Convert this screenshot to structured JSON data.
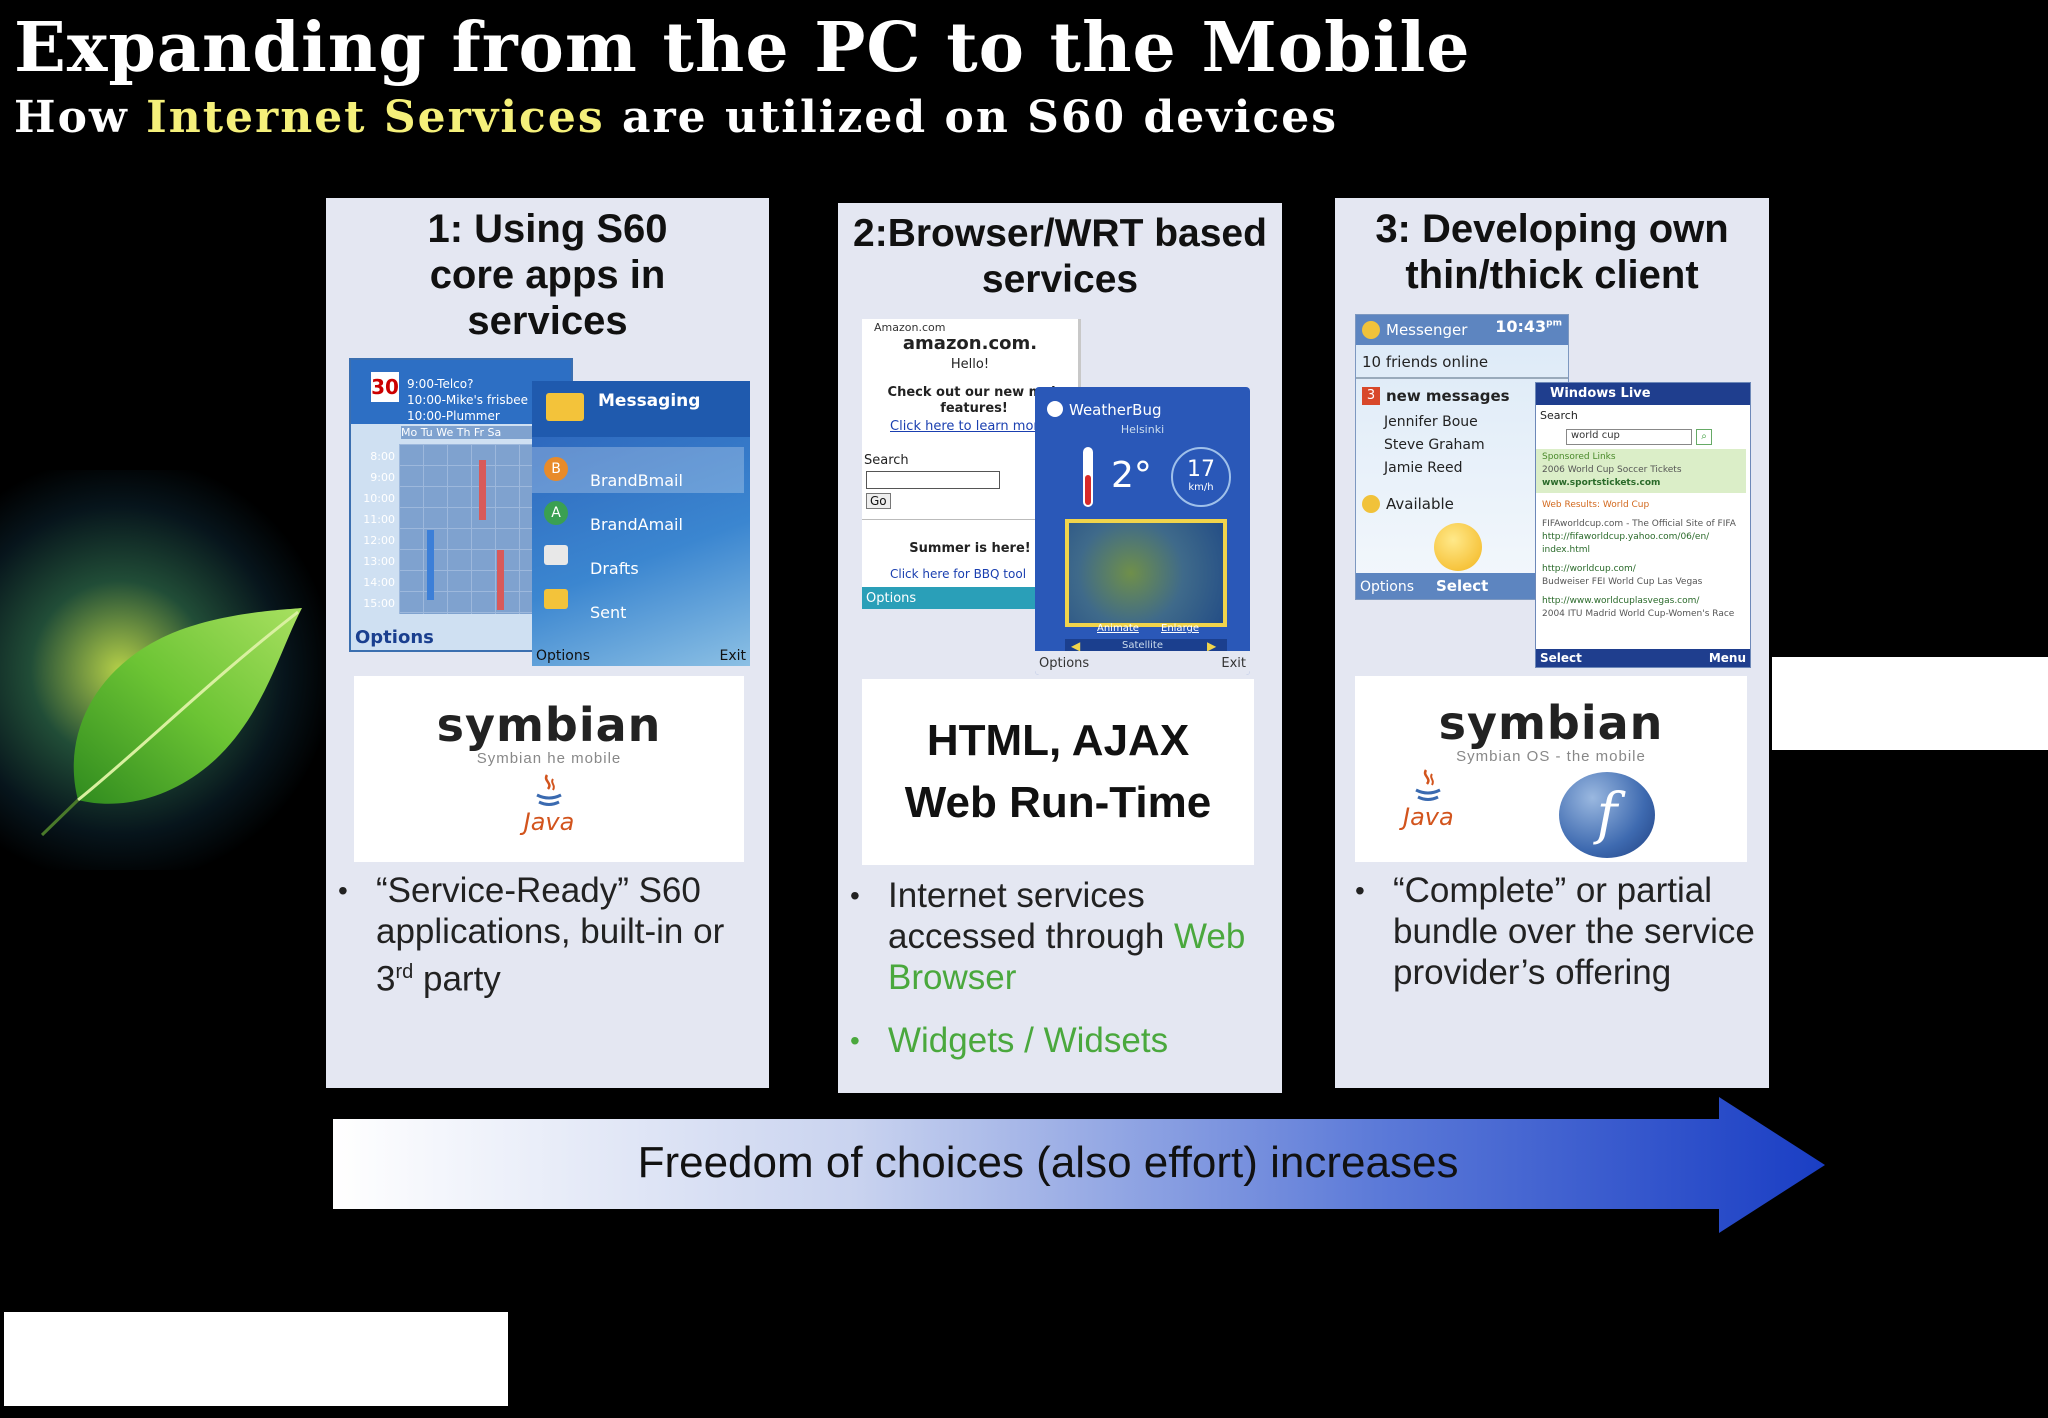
{
  "slide": {
    "title": "Expanding from the PC to the Mobile",
    "subtitle_before": "How ",
    "subtitle_highlight": "Internet Services",
    "subtitle_after": " are utilized on S60 devices",
    "accent_color": "#f5f07a"
  },
  "columns": [
    {
      "heading_lines": [
        "1: Using S60",
        "core apps in",
        "services"
      ],
      "screenshot": {
        "calendar_day": "30",
        "events": [
          "9:00-Telco?",
          "10:00-Mike's frisbee",
          "10:00-Plummer"
        ],
        "weekdays": "Mo Tu We Th Fr Sa",
        "hours": [
          "8:00",
          "9:00",
          "10:00",
          "11:00",
          "12:00",
          "13:00",
          "14:00",
          "15:00"
        ],
        "options": "Options",
        "messaging_title": "Messaging",
        "mail_items": [
          "BrandBmail",
          "BrandAmail",
          "Drafts",
          "Sent"
        ],
        "soft_left": "Options",
        "soft_right": "Exit"
      },
      "logo": {
        "symbian_word": "symbian",
        "symbian_tag": "Symbian      he mobile",
        "java_word": "Java"
      },
      "bullets": [
        {
          "text_before": "“Service-Ready” S60 applications, built-in or 3",
          "sup": "rd",
          "text_after": " party"
        }
      ]
    },
    {
      "heading_lines": [
        "2:Browser/WRT based",
        "services"
      ],
      "screenshot": {
        "site_label": "Amazon.com",
        "site_logo": "amazon.com.",
        "hello": "Hello!",
        "promo": "Check out our new mob features!",
        "promo_link": "Click here to learn mor",
        "search_label": "Search",
        "go_button": "Go",
        "summer": "Summer is here!",
        "summer_link": "Click here for BBQ tool",
        "options": "Options",
        "widget_title": "WeatherBug",
        "widget_city": "Helsinki",
        "temperature": "2°",
        "wind": "17",
        "wind_unit": "km/h",
        "animate": "Animate",
        "enlarge": "Enlarge",
        "satellite": "Satellite",
        "soft_left": "Options",
        "soft_right": "Exit"
      },
      "tech_lines": [
        "HTML, AJAX",
        "Web Run-Time"
      ],
      "bullets": [
        {
          "text": "Internet services accessed through ",
          "green_text": "Web Browser"
        },
        {
          "green_text": "Widgets / Widsets"
        }
      ]
    },
    {
      "heading_lines": [
        "3: Developing own",
        "thin/thick client"
      ],
      "screenshot": {
        "messenger_title": "Messenger",
        "time": "10:43",
        "time_suffix": "pm",
        "friends_online": "10 friends online",
        "new_messages_count": "3",
        "new_messages": "new messages",
        "contacts": [
          "Jennifer Boue",
          "Steve Graham",
          "Jamie Reed"
        ],
        "status": "Available",
        "soft_left": "Options",
        "soft_center": "Select",
        "live_title": "Windows Live",
        "live_search_label": "Search",
        "live_query": "world cup",
        "sponsored": "Sponsored Links",
        "sponsored_1": "2006 World Cup Soccer Tickets",
        "sponsored_2": "www.sportstickets.com",
        "web_results": "Web Results: World Cup",
        "result_1": "FIFAworldcup.com - The Official Site of FIFA",
        "result_1_url": "http://fifaworldcup.yahoo.com/06/en/",
        "result_1_url2": "index.html",
        "result_2_url": "http://worldcup.com/",
        "result_2": "Budweiser FEI World Cup Las Vegas",
        "result_3_url": "http://www.worldcuplasvegas.com/",
        "result_3": "2004 ITU Madrid World Cup-Women's Race",
        "live_soft_left": "Select",
        "live_soft_right": "Menu"
      },
      "logo": {
        "symbian_word": "symbian",
        "symbian_tag": "Symbian OS - the mobile",
        "java_word": "Java",
        "flash_letter": "f"
      },
      "bullets": [
        {
          "text": " “Complete” or partial bundle over the service provider’s offering"
        }
      ]
    }
  ],
  "arrow": {
    "label": "Freedom of choices (also effort) increases"
  }
}
